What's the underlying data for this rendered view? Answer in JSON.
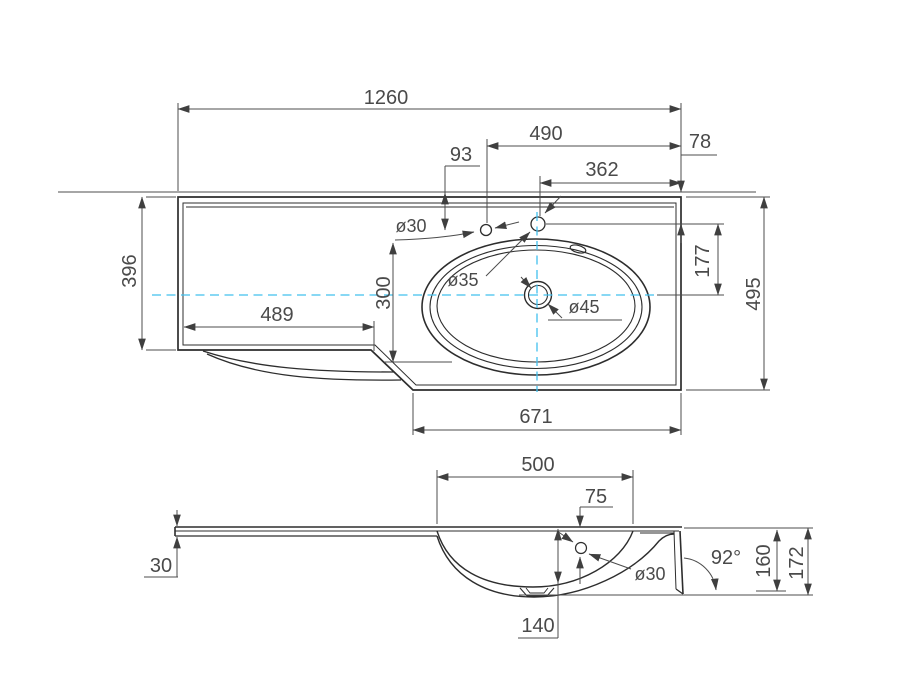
{
  "title": "Washbasin technical drawing",
  "units": "mm",
  "colors": {
    "line": "#2d2d2d",
    "dimension": "#4c4c4c",
    "centerline": "#41c0ee"
  },
  "top_view": {
    "name": "plan-view",
    "dims": {
      "overall_width": "1260",
      "hole1_from_right_edge": "490",
      "back_edge_to_hole2": "78",
      "back_edge_to_hole1": "93",
      "hole2_from_right_edge": "362",
      "left_section_depth": "396",
      "left_shelf_width": "489",
      "hole1_to_front_edge": "300",
      "basin_section_width": "671",
      "right_section_depth": "495",
      "hole2_to_drain_center": "177",
      "faucet_hole1_diameter": "ø30",
      "faucet_hole2_diameter": "ø35",
      "drain_diameter": "ø45"
    }
  },
  "front_view": {
    "name": "front-elevation",
    "dims": {
      "bowl_opening_width": "500",
      "faucet_hole_offset": "75",
      "slab_thickness": "30",
      "faucet_hole_diameter": "ø30",
      "bowl_depth": "140",
      "apron_angle": "92°",
      "apron_height": "160",
      "overall_height": "172"
    }
  }
}
